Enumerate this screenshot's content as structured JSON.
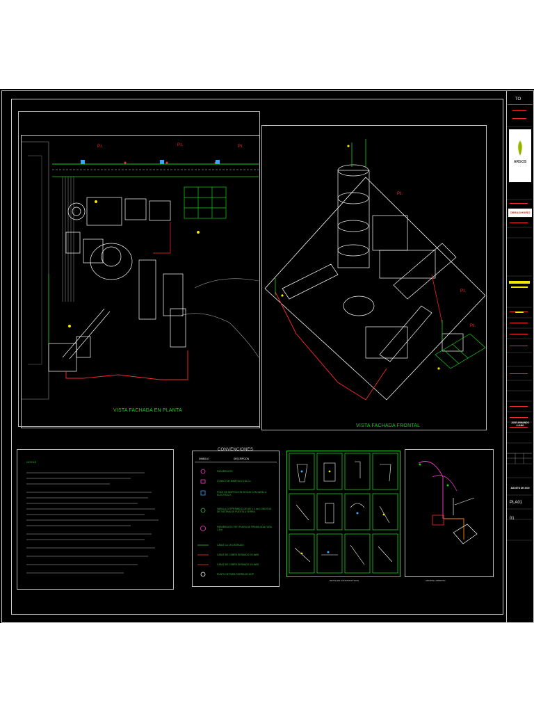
{
  "sheet": {
    "view_plan_title": "VISTA FACHADA EN PLANTA",
    "view_front_title": "VISTA FACHADA FRONTAL"
  },
  "title_block": {
    "header": "TO",
    "logo_main": "ARGOS",
    "logo_company": "OBRAS/HGIÑO",
    "sheet_code": "PLA01",
    "sheet_number": "01",
    "date_label": "AGOSTO DE 2019",
    "designer": "JOSE ARMANDO LLANO"
  },
  "conventions": {
    "title": "CONVENCIONES",
    "col_symbol": "SIMBOLO",
    "col_description": "DESCRIPCION",
    "items": [
      "PARARRAYOS",
      "CONECTOR BIMETALICO Al-Cu",
      "POZO DE INSPECCION SEGUN CON VARILLA ELECTROLIT.",
      "VARILLA COPPERWELD DE 5/8\" x 2.4m LONGITUD DE SISTEMA DE PUESTA A TIERRA",
      "PARARRAYOS TIPO PUNTA DE FRANKLIN ALTURA 1.5 m",
      "CABLE Cu 1/0 DESNUDO",
      "CABLE DE COBRE DESNUDO 2/0 AWG",
      "CABLE DE COBRE DESNUDO 1/0 AWG",
      "PUNTO DE PARA TIERRA DE MOP"
    ]
  },
  "notes": {
    "title": "NOTAS",
    "lines": 16
  },
  "details": {
    "caption_left": "DETALLES CONSTRUCTIVOS",
    "caption_right": "APANTALLAMIENTO"
  },
  "colors": {
    "background": "#000000",
    "drawing_line": "#ffffff",
    "ground_line": "#ff2a2a",
    "grid_green": "#19d219",
    "accent_yellow": "#f5e600",
    "annotation_blue": "#35a8ff",
    "magenta": "#ff3ad2"
  }
}
